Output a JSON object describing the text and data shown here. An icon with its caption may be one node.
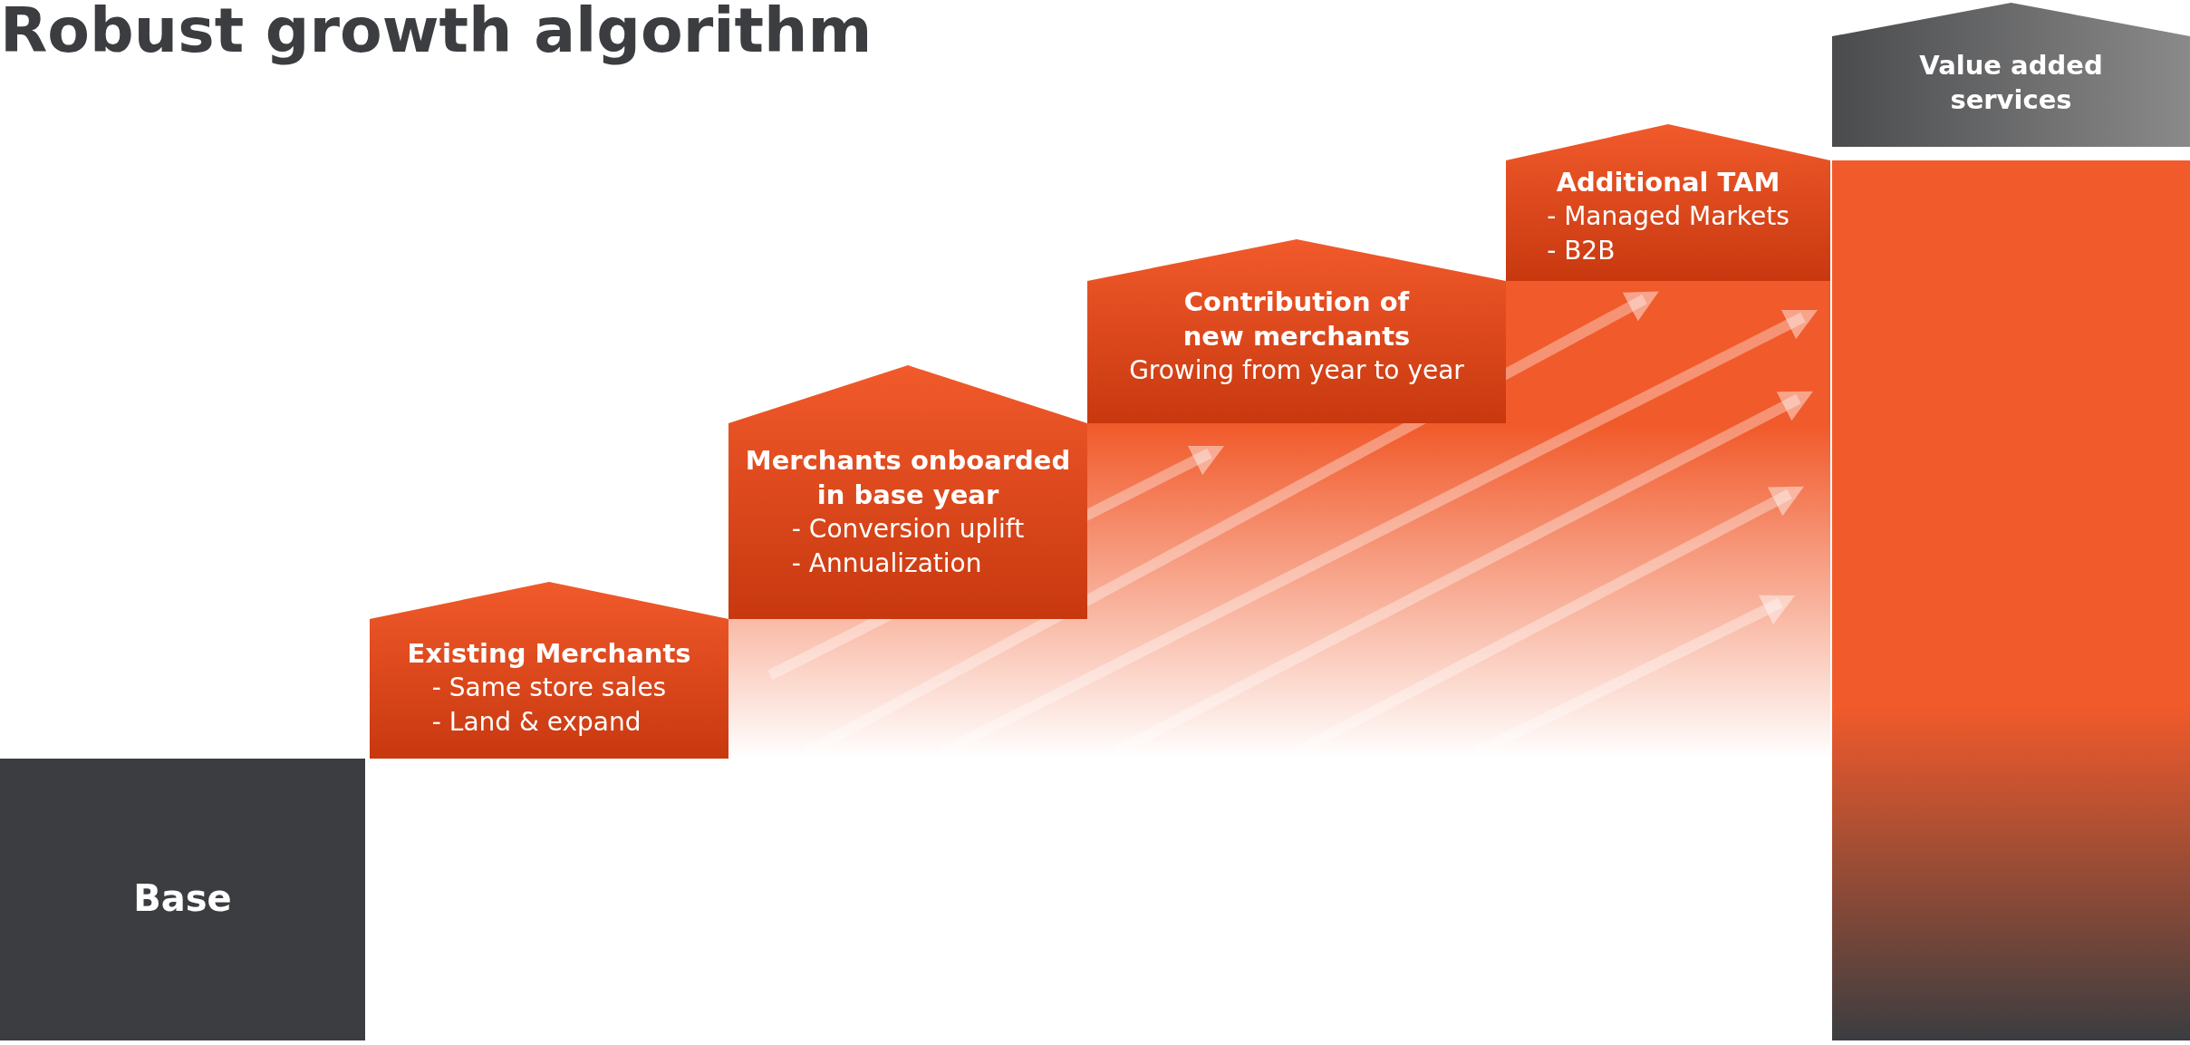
{
  "diagram": {
    "title": "Robust growth algorithm",
    "nodes": [
      {
        "text": [
          "Base"
        ]
      },
      {
        "text": [
          "Existing Merchants",
          "- Same store sales",
          "- Land & expand"
        ]
      },
      {
        "text": [
          "Merchants onboarded in base year",
          "- Conversion uplift",
          "- Annualization"
        ]
      },
      {
        "text": [
          "Contribution of new merchants",
          "Growing from year to year"
        ]
      },
      {
        "text": [
          "Additional TAM",
          "- Managed Markets",
          "- B2B"
        ]
      },
      {
        "text": [
          "Value added services"
        ]
      },
      {
        "text": [],
        "shape": "bar"
      }
    ],
    "edges": []
  }
}
